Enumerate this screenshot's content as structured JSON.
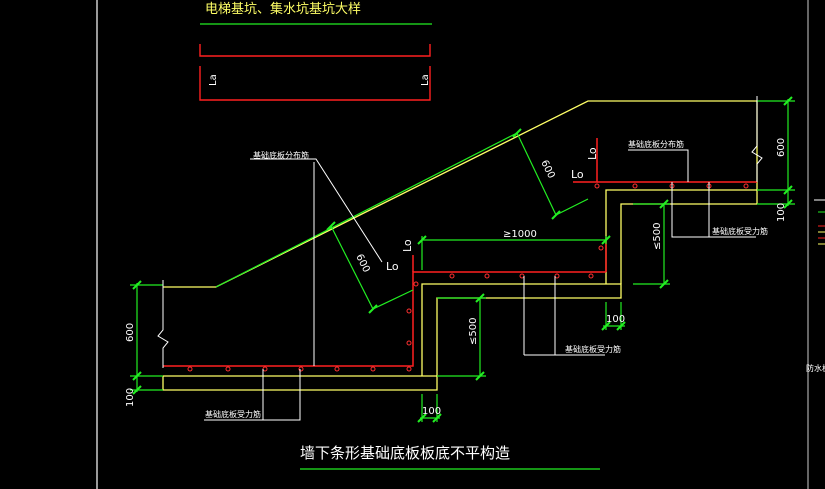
{
  "colors": {
    "background": "#000000",
    "yellow": "#ffff66",
    "red": "#ff2020",
    "green": "#22ee22",
    "white": "#ffffff",
    "dot": "#ff3030"
  },
  "diagram": {
    "top_title": "电梯基坑、集水坑基坑大样",
    "la_left": "La",
    "la_right": "La",
    "main_title": "墙下条形基础底板板底不平构造",
    "dims": {
      "right_600": "600",
      "right_100": "100",
      "step_le500_right": "≤500",
      "left_600": "600",
      "left_100": "100",
      "mid_le500": "≤500",
      "bottom_100": "100",
      "upper_100": "100",
      "ge1000": "≥1000",
      "diag_600_upper": "600",
      "diag_600_lower": "600"
    },
    "lo_labels": {
      "upper_vertical": "Lo",
      "upper_horizontal": "Lo",
      "lower_vertical": "Lo",
      "lower_horizontal": "Lo"
    },
    "annotations": {
      "dist_bar_upper": "基础底板分布筋",
      "dist_bar_left": "基础底板分布筋",
      "main_bar_upper": "基础底板受力筋",
      "main_bar_mid": "基础底板受力筋",
      "main_bar_bottom": "基础底板受力筋",
      "edge_fragment": "防水板"
    }
  }
}
